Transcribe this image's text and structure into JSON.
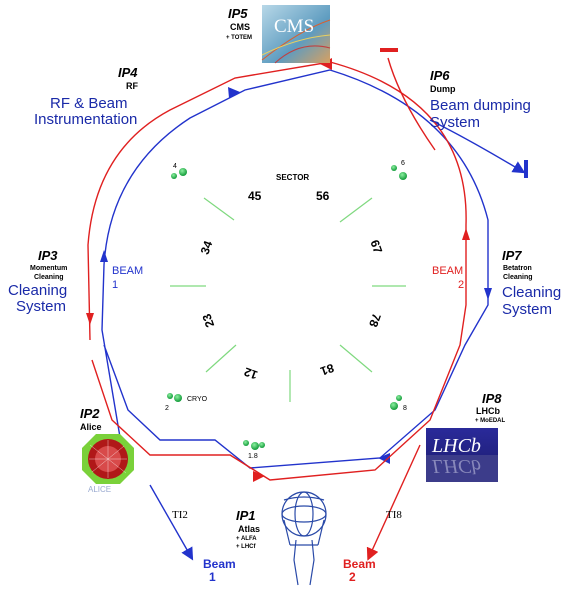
{
  "points": [
    {
      "ip": "IP1",
      "name": "Atlas",
      "sub": [
        "+ ALFA",
        "+ LHCf"
      ]
    },
    {
      "ip": "IP2",
      "name": "Alice"
    },
    {
      "ip": "IP3",
      "name": "Momentum",
      "name2": "Cleaning",
      "system": [
        "Cleaning",
        "System"
      ]
    },
    {
      "ip": "IP4",
      "name": "RF",
      "system": [
        "RF & Beam",
        "Instrumentation"
      ]
    },
    {
      "ip": "IP5",
      "name": "CMS",
      "sub": [
        "+ TOTEM"
      ]
    },
    {
      "ip": "IP6",
      "name": "Dump",
      "system": [
        "Beam dumping",
        "System"
      ]
    },
    {
      "ip": "IP7",
      "name": "Betatron",
      "name2": "Cleaning",
      "system": [
        "Cleaning",
        "System"
      ]
    },
    {
      "ip": "IP8",
      "name": "LHCb",
      "sub": [
        "+ MoEDAL"
      ]
    }
  ],
  "sector_title": "SECTOR",
  "sectors": [
    "12",
    "23",
    "34",
    "45",
    "56",
    "67",
    "78",
    "81"
  ],
  "cryo": {
    "label": "CRYO",
    "points": [
      "1.8",
      "2",
      "4",
      "6",
      "8"
    ]
  },
  "beams": [
    {
      "label": "BEAM",
      "num": "1",
      "inject": "Beam",
      "inject_num": "1",
      "line": "TI2",
      "color": "#2233cc"
    },
    {
      "label": "BEAM",
      "num": "2",
      "inject": "Beam",
      "inject_num": "2",
      "line": "TI8",
      "color": "#e02020"
    }
  ],
  "logos": {
    "cms": "CMS",
    "lhcb_top": "LHCb",
    "lhcb_bottom": "LHCb",
    "alice": "ALICE"
  }
}
